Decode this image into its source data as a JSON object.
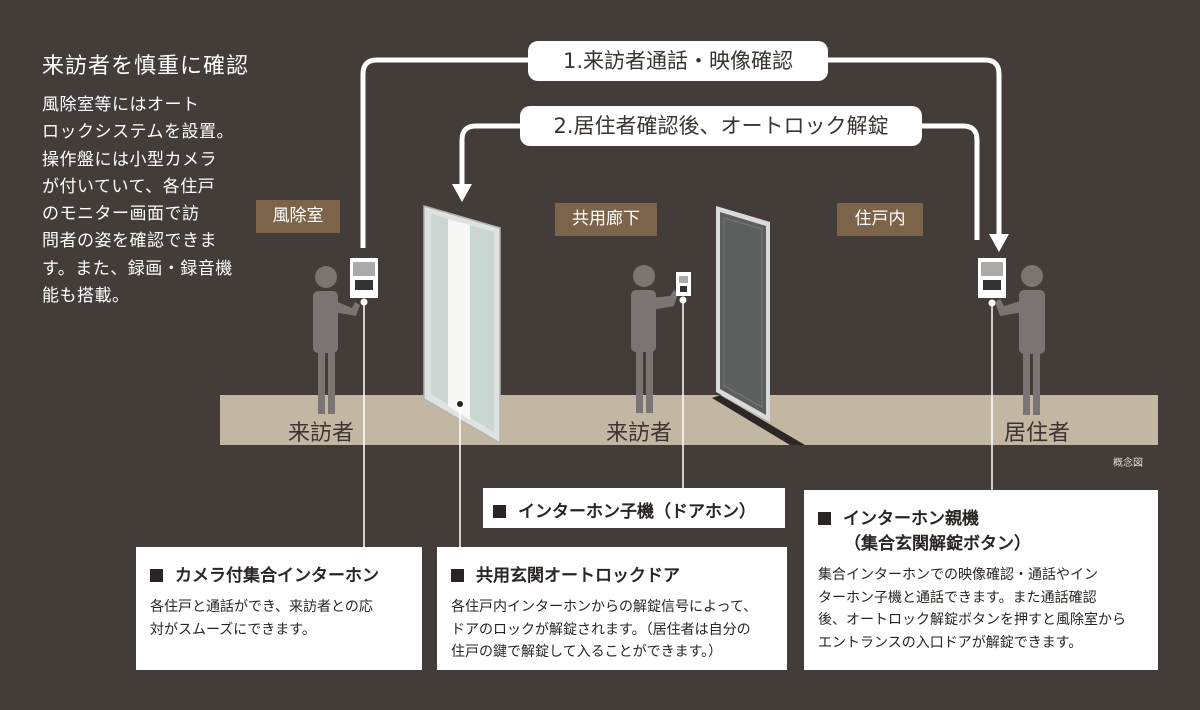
{
  "intro": {
    "title": "来訪者を慎重に確認",
    "body": "風除室等にはオート\nロックシステムを設置。\n操作盤には小型カメラ\nが付いていて、各住戸\nのモニター画面で訪\n問者の姿を確認できま\nす。また、録画・録音機\n能も搭載。"
  },
  "flows": {
    "step1": "1.来訪者通話・映像確認",
    "step2": "2.居住者確認後、オートロック解錠"
  },
  "zones": {
    "vestibule": "風除室",
    "corridor": "共用廊下",
    "dwelling": "住戸内"
  },
  "floor_labels": {
    "visitor_1": "来訪者",
    "visitor_2": "来訪者",
    "resident": "居住者"
  },
  "concept_note": "概念図",
  "callouts": {
    "door_phone": {
      "title": "インターホン子機（ドアホン）"
    },
    "master_unit": {
      "title": "インターホン親機",
      "subtitle": "（集合玄関解錠ボタン）",
      "body": "集合インターホンでの映像確認・通話やイン\nターホン子機と通話できます。また通話確認\n後、オートロック解錠ボタンを押すと風除室から\nエントランスの入口ドアが解錠できます。"
    },
    "camera_intercom": {
      "title": "カメラ付集合インターホン",
      "body": "各住戸と通話ができ、来訪者との応\n対がスムーズにできます。"
    },
    "autolock_door": {
      "title": "共用玄関オートロックドア",
      "body": "各住戸内インターホンからの解錠信号によって、\nドアのロックが解錠されます。（居住者は自分の\n住戸の鍵で解錠して入ることができます。）"
    }
  },
  "colors": {
    "background": "#433c39",
    "floor": "#c3b6a3",
    "zone_label": "#7b6449",
    "figure": "#7a7573",
    "panel": "#ffffff"
  }
}
